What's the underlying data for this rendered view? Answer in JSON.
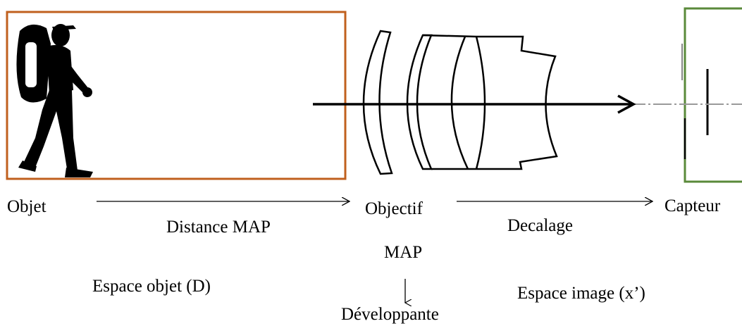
{
  "labels": {
    "objet": "Objet",
    "objectif": "Objectif",
    "map": "MAP",
    "capteur": "Capteur",
    "distance_map": "Distance MAP",
    "decalage": "Decalage",
    "espace_objet": "Espace objet (D)",
    "espace_image": "Espace image (x’)",
    "developpante": "Développante"
  },
  "colors": {
    "object_frame": "#c0601e",
    "sensor_frame": "#5a8a3a",
    "ink": "#000000",
    "sensor_tick": "#888888"
  },
  "icons": {
    "object": "hiker-silhouette-icon",
    "lens": "lens-group-icon",
    "sensor": "sensor-plane-icon"
  }
}
